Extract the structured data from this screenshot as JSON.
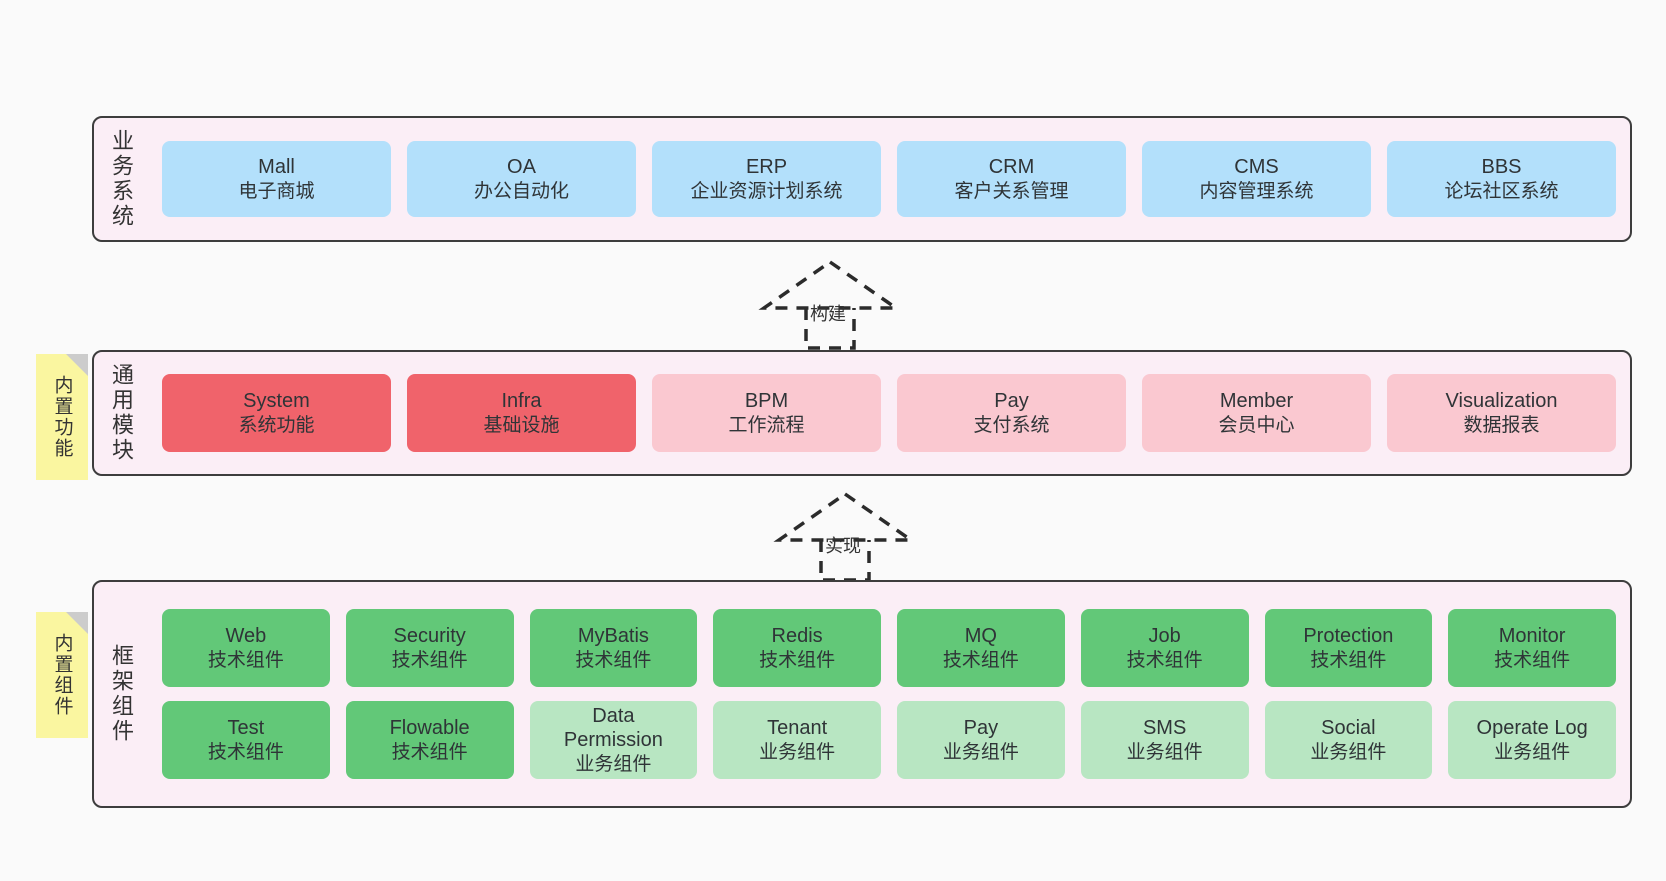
{
  "layers": {
    "business": {
      "label": "业务系统",
      "items": [
        {
          "name": "Mall",
          "desc": "电子商城",
          "color": "#b3e0fb",
          "style": "c-blue"
        },
        {
          "name": "OA",
          "desc": "办公自动化",
          "color": "#b3e0fb",
          "style": "c-blue"
        },
        {
          "name": "ERP",
          "desc": "企业资源计划系统",
          "color": "#b3e0fb",
          "style": "c-blue"
        },
        {
          "name": "CRM",
          "desc": "客户关系管理",
          "color": "#b3e0fb",
          "style": "c-blue"
        },
        {
          "name": "CMS",
          "desc": "内容管理系统",
          "color": "#b3e0fb",
          "style": "c-blue"
        },
        {
          "name": "BBS",
          "desc": "论坛社区系统",
          "color": "#b3e0fb",
          "style": "c-blue"
        }
      ]
    },
    "common": {
      "label": "通用模块",
      "note": "内置功能",
      "items": [
        {
          "name": "System",
          "desc": "系统功能",
          "color": "#f0636b",
          "style": "c-red"
        },
        {
          "name": "Infra",
          "desc": "基础设施",
          "color": "#f0636b",
          "style": "c-red"
        },
        {
          "name": "BPM",
          "desc": "工作流程",
          "color": "#fac8d0",
          "style": "c-pinklight"
        },
        {
          "name": "Pay",
          "desc": "支付系统",
          "color": "#fac8d0",
          "style": "c-pinklight"
        },
        {
          "name": "Member",
          "desc": "会员中心",
          "color": "#fac8d0",
          "style": "c-pinklight"
        },
        {
          "name": "Visualization",
          "desc": "数据报表",
          "color": "#fac8d0",
          "style": "c-pinklight"
        }
      ]
    },
    "framework": {
      "label": "框架组件",
      "note": "内置组件",
      "row1": [
        {
          "name": "Web",
          "desc": "技术组件",
          "color": "#62c878",
          "style": "c-green"
        },
        {
          "name": "Security",
          "desc": "技术组件",
          "color": "#62c878",
          "style": "c-green"
        },
        {
          "name": "MyBatis",
          "desc": "技术组件",
          "color": "#62c878",
          "style": "c-green"
        },
        {
          "name": "Redis",
          "desc": "技术组件",
          "color": "#62c878",
          "style": "c-green"
        },
        {
          "name": "MQ",
          "desc": "技术组件",
          "color": "#62c878",
          "style": "c-green"
        },
        {
          "name": "Job",
          "desc": "技术组件",
          "color": "#62c878",
          "style": "c-green"
        },
        {
          "name": "Protection",
          "desc": "技术组件",
          "color": "#62c878",
          "style": "c-green"
        },
        {
          "name": "Monitor",
          "desc": "技术组件",
          "color": "#62c878",
          "style": "c-green"
        }
      ],
      "row2": [
        {
          "name": "Test",
          "desc": "技术组件",
          "color": "#62c878",
          "style": "c-green"
        },
        {
          "name": "Flowable",
          "desc": "技术组件",
          "color": "#62c878",
          "style": "c-green"
        },
        {
          "name": "Data Permission",
          "desc": "业务组件",
          "color": "#b8e6c2",
          "style": "c-greenlight"
        },
        {
          "name": "Tenant",
          "desc": "业务组件",
          "color": "#b8e6c2",
          "style": "c-greenlight"
        },
        {
          "name": "Pay",
          "desc": "业务组件",
          "color": "#b8e6c2",
          "style": "c-greenlight"
        },
        {
          "name": "SMS",
          "desc": "业务组件",
          "color": "#b8e6c2",
          "style": "c-greenlight"
        },
        {
          "name": "Social",
          "desc": "业务组件",
          "color": "#b8e6c2",
          "style": "c-greenlight"
        },
        {
          "name": "Operate Log",
          "desc": "业务组件",
          "color": "#b8e6c2",
          "style": "c-greenlight"
        }
      ]
    }
  },
  "connectors": [
    {
      "id": "build",
      "label": "构建"
    },
    {
      "id": "implement",
      "label": "实现"
    }
  ],
  "palette": {
    "background": "#fafafa",
    "layer_fill": "#fbeef6",
    "layer_border": "#3d3d3d",
    "note_fill": "#faf6a0",
    "note_fold": "#cccccc",
    "text": "#2f3437",
    "connector": "#2b2b2b"
  }
}
